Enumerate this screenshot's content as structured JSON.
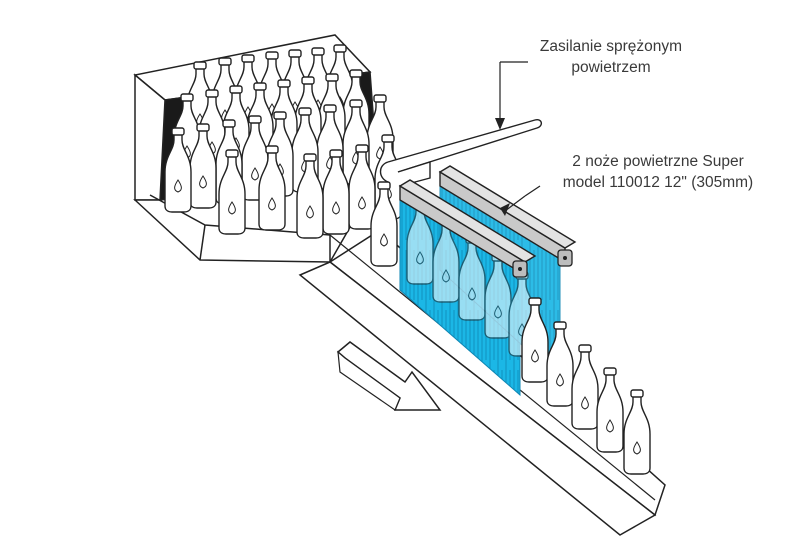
{
  "labels": {
    "air_supply": [
      "Zasilanie sprężonym",
      "powietrzem"
    ],
    "air_knives": [
      "2 noże powietrzne Super",
      "model 110012 12\" (305mm)"
    ]
  },
  "colors": {
    "airflow": "#1bb7e6",
    "knife_body": "#c9c9c9",
    "outline": "#222222",
    "hopper_interior": "#1a1a1a"
  }
}
